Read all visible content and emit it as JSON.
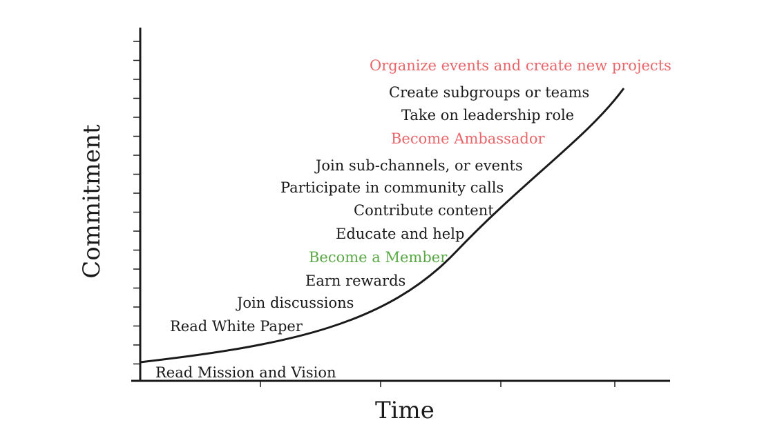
{
  "axes": {
    "x_label": "Time",
    "y_label": "Commitment"
  },
  "colors": {
    "default": "#1a1a1a",
    "highlight_red": "#e8666a",
    "highlight_green": "#5aa845"
  },
  "stages": [
    {
      "text": "Read Mission and Vision",
      "color": "default"
    },
    {
      "text": "Read White Paper",
      "color": "default"
    },
    {
      "text": "Join discussions",
      "color": "default"
    },
    {
      "text": "Earn rewards",
      "color": "default"
    },
    {
      "text": "Become a Member",
      "color": "highlight_green"
    },
    {
      "text": "Educate and help",
      "color": "default"
    },
    {
      "text": "Contribute content",
      "color": "default"
    },
    {
      "text": "Participate in community calls",
      "color": "default"
    },
    {
      "text": "Join sub-channels, or events",
      "color": "default"
    },
    {
      "text": "Become Ambassador",
      "color": "highlight_red"
    },
    {
      "text": "Take on leadership role",
      "color": "default"
    },
    {
      "text": "Create subgroups or teams",
      "color": "default"
    },
    {
      "text": "Organize events and create new projects",
      "color": "highlight_red"
    }
  ]
}
